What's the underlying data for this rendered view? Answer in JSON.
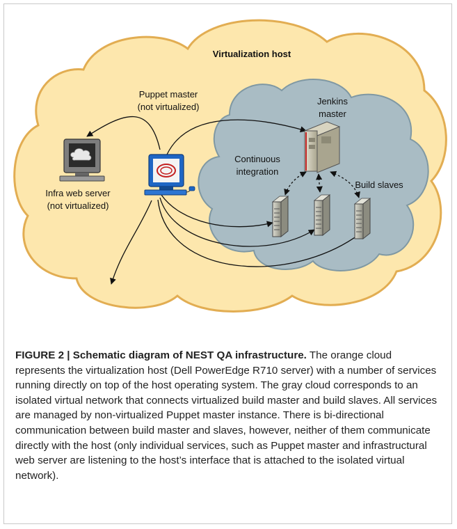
{
  "diagram": {
    "host_label": "Virtualization host",
    "puppet_label_1": "Puppet master",
    "puppet_label_2": "(not virtualized)",
    "jenkins_label_1": "Jenkins",
    "jenkins_label_2": "master",
    "ci_label_1": "Continuous",
    "ci_label_2": "integration",
    "build_slaves_label": "Build slaves",
    "infra_label_1": "Infra web server",
    "infra_label_2": "(not virtualized)",
    "colors": {
      "host_cloud_fill": "#fde7ad",
      "host_cloud_stroke": "#e2ad52",
      "vnet_cloud_fill": "#a9bcc4",
      "vnet_cloud_stroke": "#7f98a3",
      "arrow": "#111111",
      "monitor_blue": "#1f66c4"
    }
  },
  "caption": {
    "label": "FIGURE 2 | Schematic diagram of NEST QA infrastructure.",
    "text": " The orange cloud represents the virtualization host (Dell PowerEdge R710 server) with a number of services running directly on top of the host operating system. The gray cloud corresponds to an isolated virtual network that connects virtualized build master and build slaves. All services are managed by non-virtualized Puppet master instance. There is bi-directional communication between build master and slaves, however, neither of them communicate directly with the host (only individual services, such as Puppet master and infrastructural web server are listening to the host’s interface that is attached to the isolated virtual network)."
  }
}
